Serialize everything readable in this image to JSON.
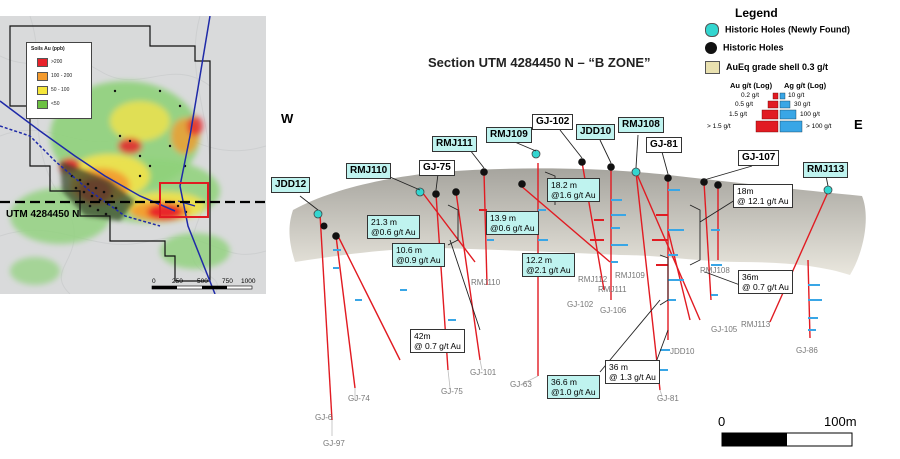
{
  "inset": {
    "legend_title": "Soils Au (ppb)",
    "legend_items": [
      {
        "label": ">200",
        "color": "#e8222a"
      },
      {
        "label": "100 - 200",
        "color": "#f39a2d"
      },
      {
        "label": "50 - 100",
        "color": "#f5e63a"
      },
      {
        "label": "<50",
        "color": "#6cc142"
      }
    ],
    "utm_label": "UTM 4284450 N",
    "scale_ticks": [
      "0",
      "250",
      "500",
      "750",
      "1000"
    ]
  },
  "section": {
    "title": "Section UTM 4284450 N – “B ZONE”",
    "west": "W",
    "east": "E",
    "holes_new": [
      "JDD12",
      "RMJ110",
      "RMJ111",
      "RMJ109",
      "JDD10",
      "RMJ108",
      "RMJ113"
    ],
    "holes_old": [
      "GJ-75",
      "GJ-102",
      "GJ-81",
      "GJ-107"
    ],
    "assays": {
      "a1": "21.3 m\n@0.6 g/t Au",
      "a2": "10.6 m\n@0.9 g/t Au",
      "a3": "13.9 m\n@0.6 g/t Au",
      "a4": "18.2 m\n@1.6 g/t Au",
      "a5": "12.2 m\n@2.1 g/t Au",
      "a6": "42m\n@ 0.7 g/t Au",
      "a7": "36.6 m\n@1.0 g/t Au",
      "a8": "36 m\n@ 1.3 g/t Au",
      "a9": "18m\n@ 12.1 g/t Au",
      "a10": "36m\n@ 0.7 g/t Au"
    },
    "grey_labels": [
      "RMJ110",
      "RMJ112",
      "RMJ111",
      "RMJ109",
      "GJ-102",
      "GJ-106",
      "GJ-101",
      "GJ-63",
      "GJ-75",
      "GJ-74",
      "GJ-6",
      "GJ-97",
      "GJ-81",
      "JDD10",
      "GJ-105",
      "RMJ113",
      "GJ-86",
      "RMJ108"
    ]
  },
  "legend": {
    "title": "Legend",
    "new_holes": "Historic Holes (Newly Found)",
    "old_holes": "Historic Holes",
    "shell": "AuEq grade shell 0.3 g/t",
    "au_header": "Au g/t (Log)",
    "ag_header": "Ag g/t (Log)",
    "au_ticks": [
      "0.2 g/t",
      "0.5 g/t",
      "1.5 g/t",
      "> 1.5 g/t"
    ],
    "ag_ticks": [
      "10 g/t",
      "30 g/t",
      "100 g/t",
      "> 100 g/t"
    ],
    "au_color": "#e8222a",
    "ag_color": "#39a6e6"
  },
  "scale": {
    "zero": "0",
    "end": "100m"
  }
}
